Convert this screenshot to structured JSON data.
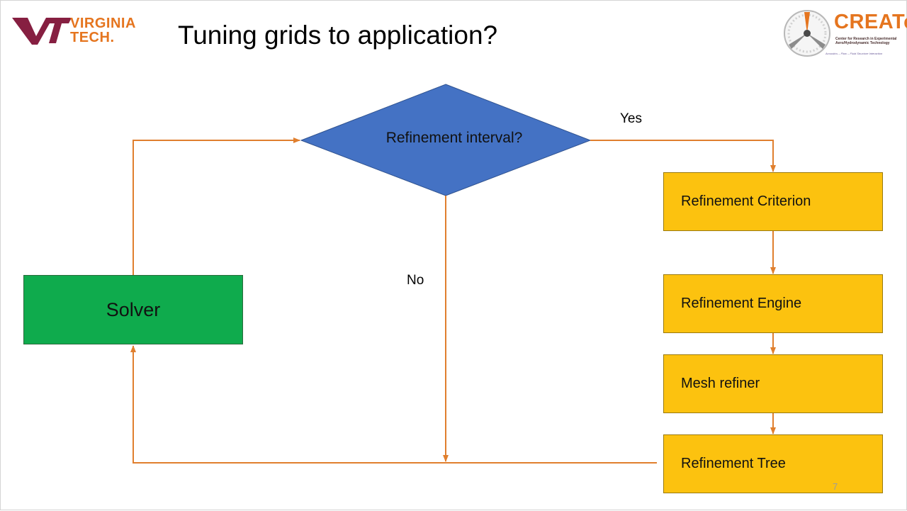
{
  "header": {
    "title": "Tuning grids to application?",
    "vt_logo": {
      "line1": "VIRGINIA",
      "line2": "TECH.",
      "color": "#e5751f",
      "mark_color": "#861f41"
    },
    "create_logo": {
      "name": "CREATe",
      "subtitle": "Center for Research in Experimental Aero/Hydrodynamic Technology",
      "tagline": "Acoustics – Flow – Fluid Structure Interaction",
      "color": "#e5751f"
    }
  },
  "diagram": {
    "decision": {
      "label": "Refinement interval?",
      "color": "#4472c4"
    },
    "solver": {
      "label": "Solver",
      "color": "#0fab4d"
    },
    "steps": [
      {
        "label": "Refinement Criterion"
      },
      {
        "label": "Refinement Engine"
      },
      {
        "label": "Mesh refiner"
      },
      {
        "label": "Refinement Tree"
      }
    ],
    "step_color": "#fcc20f",
    "edge_color": "#e07f2e",
    "edges": {
      "yes_label": "Yes",
      "no_label": "No"
    }
  },
  "footer": {
    "page_number": "7"
  }
}
